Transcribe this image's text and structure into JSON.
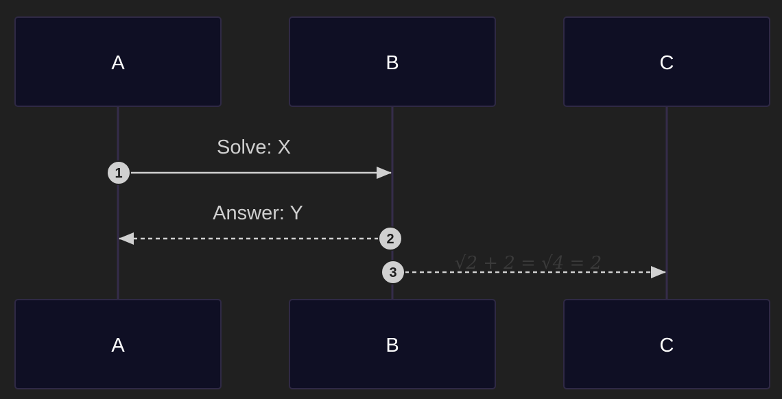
{
  "actors": [
    {
      "id": "A",
      "label": "A"
    },
    {
      "id": "B",
      "label": "B"
    },
    {
      "id": "C",
      "label": "C"
    }
  ],
  "messages": [
    {
      "number": "1",
      "from": "A",
      "to": "B",
      "label": "Solve: X",
      "style": "solid"
    },
    {
      "number": "2",
      "from": "B",
      "to": "A",
      "label": "Answer: Y",
      "style": "dashed"
    },
    {
      "number": "3",
      "from": "B",
      "to": "C",
      "label": "√2 + 2 = √4 = 2",
      "style": "dashed"
    }
  ],
  "colors": {
    "background": "#202020",
    "actor_fill": "#0f0f24",
    "actor_stroke": "#2f2945",
    "lifeline": "#352c4a",
    "arrow": "#d0d0d0",
    "number_fill": "#d0d0d0"
  }
}
